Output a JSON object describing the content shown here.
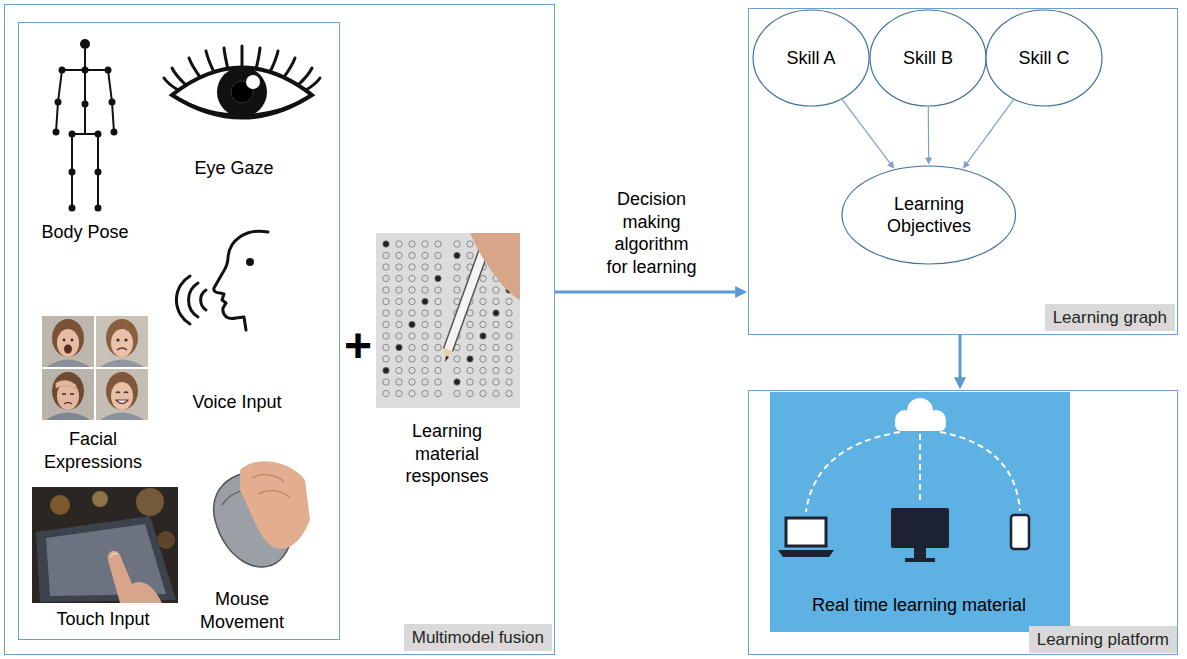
{
  "diagram": {
    "nodes": [
      {
        "text": [
          "Multimodel fusion",
          "Learning material responses"
        ]
      },
      {
        "text": [
          "Body Pose",
          "Eye Gaze",
          "Voice Input",
          "Facial Expressions",
          "Touch Input",
          "Mouse Movement"
        ],
        "in": 0
      },
      {
        "text": [
          "Learning graph"
        ]
      },
      {
        "text": [
          "Skill A"
        ],
        "in": 2
      },
      {
        "text": [
          "Skill B"
        ],
        "in": 2
      },
      {
        "text": [
          "Skill C"
        ],
        "in": 2
      },
      {
        "text": [
          "Learning Objectives"
        ],
        "in": 2
      },
      {
        "text": [
          "Learning platform"
        ]
      },
      {
        "text": [
          "Real time learning material"
        ],
        "in": 7
      }
    ],
    "edges": [
      {
        "from": 0,
        "to": 2,
        "label": "Decision making algorithm for learning",
        "arrow": "to"
      },
      {
        "from": 3,
        "to": 6,
        "arrow": "to"
      },
      {
        "from": 4,
        "to": 6,
        "arrow": "to"
      },
      {
        "from": 5,
        "to": 6,
        "arrow": "to"
      },
      {
        "from": 2,
        "to": 7,
        "arrow": "to"
      }
    ],
    "labels": [
      "+"
    ]
  }
}
